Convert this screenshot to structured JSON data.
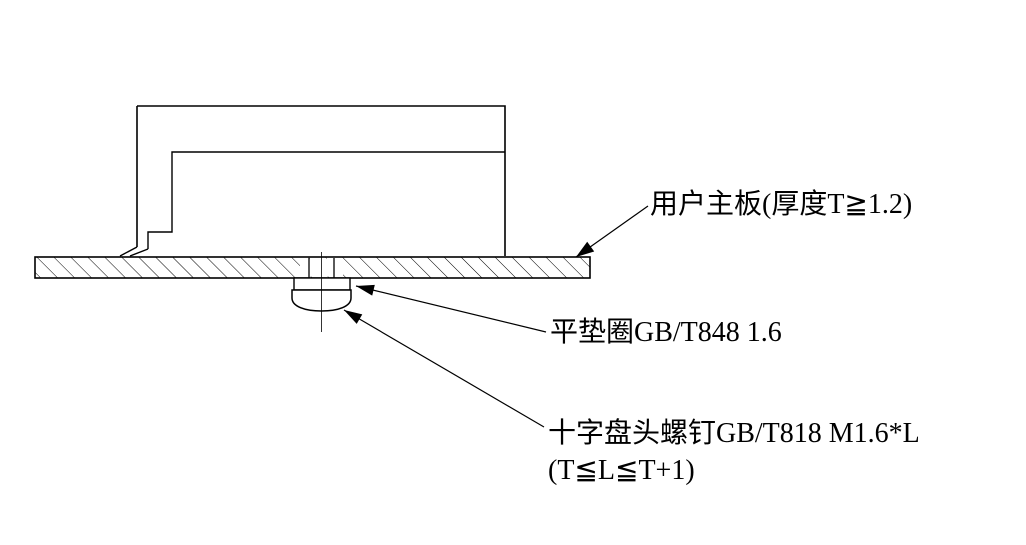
{
  "canvas": {
    "background": "#ffffff",
    "line_color": "#000000"
  },
  "labels": {
    "board": "用户主板(厚度T≧1.2)",
    "washer": "平垫圈GB/T848 1.6",
    "screw": "十字盘头螺钉GB/T818 M1.6*L",
    "screw_note": "(T≦L≦T+1)"
  }
}
